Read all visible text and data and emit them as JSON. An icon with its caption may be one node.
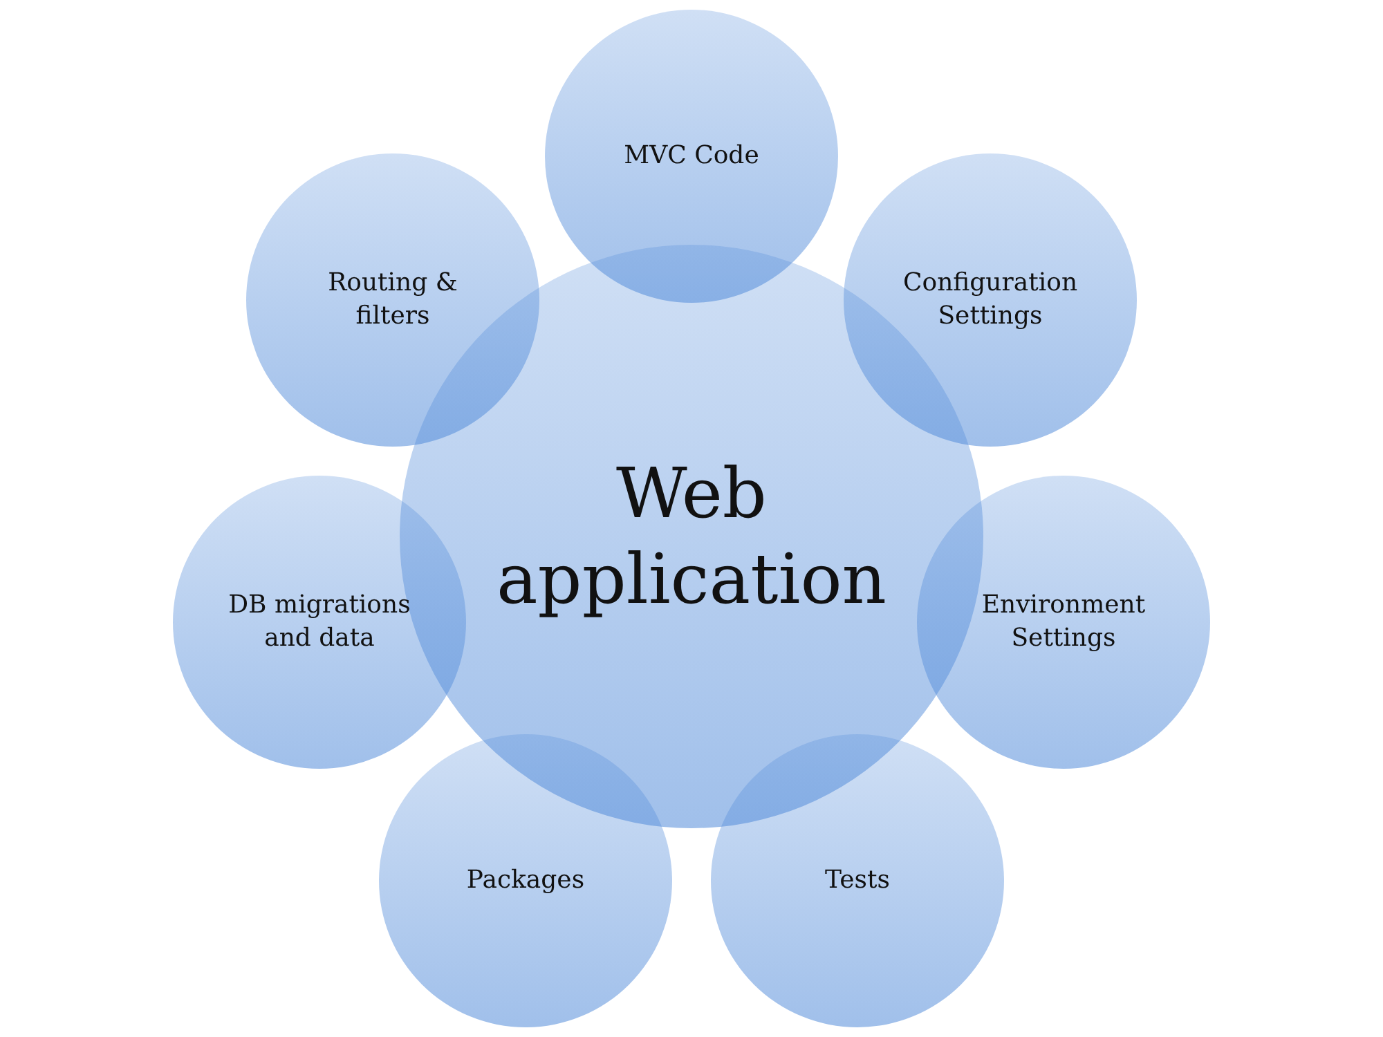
{
  "diagram": {
    "nodes": [
      {
        "text": [
          "Web application"
        ]
      },
      {
        "text": [
          "MVC Code"
        ]
      },
      {
        "text": [
          "Configuration Settings"
        ]
      },
      {
        "text": [
          "Environment Settings"
        ]
      },
      {
        "text": [
          "Tests"
        ]
      },
      {
        "text": [
          "Packages"
        ]
      },
      {
        "text": [
          "DB migrations and data"
        ]
      },
      {
        "text": [
          "Routing & filters"
        ]
      }
    ]
  }
}
